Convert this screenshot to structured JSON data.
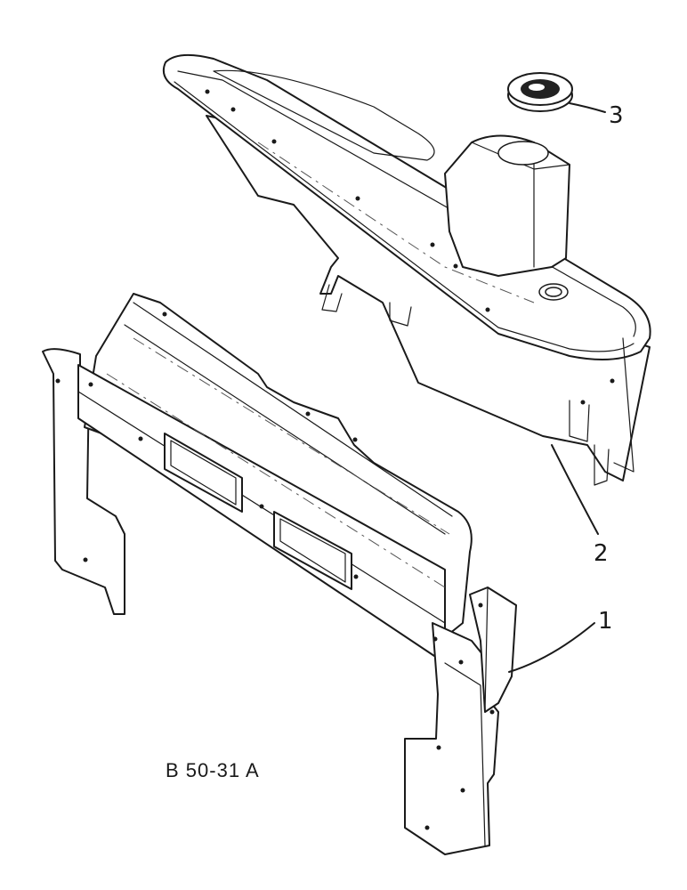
{
  "figure": {
    "reference": "B 50-31 A",
    "callouts": [
      {
        "label": "1",
        "part": "front-shroud-panel"
      },
      {
        "label": "2",
        "part": "upper-shroud-housing"
      },
      {
        "label": "3",
        "part": "grommet"
      }
    ]
  },
  "colors": {
    "ink": "#1a1a1a",
    "paper": "#ffffff",
    "grommet": "#222222"
  }
}
